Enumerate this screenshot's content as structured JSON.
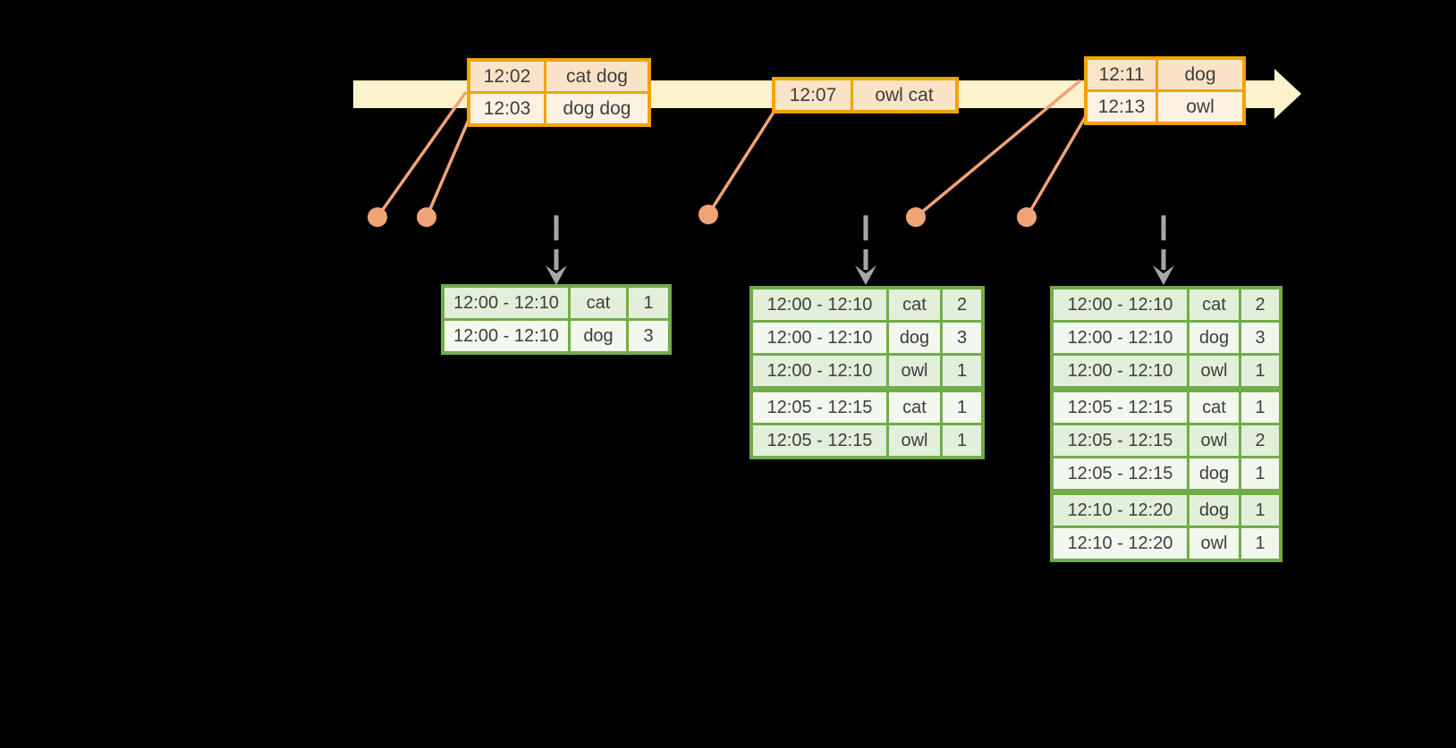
{
  "colors": {
    "background": "#000000",
    "timeline_band": "#FCF2CC",
    "orange_border": "#F0A400",
    "orange_row_dark": "#FAE3C7",
    "orange_row_light": "#FDF2E2",
    "event_dot": "#F0A478",
    "green_border": "#70AD47",
    "green_row_dark": "#E2EFDA",
    "green_row_light": "#F2F8ED",
    "dashed_arrow": "#A6A6A6",
    "table_text": "#3E3E3E"
  },
  "input_tables": [
    {
      "rows": [
        [
          "12:02",
          "cat dog"
        ],
        [
          "12:03",
          "dog dog"
        ]
      ]
    },
    {
      "rows": [
        [
          "12:07",
          "owl cat"
        ]
      ]
    },
    {
      "rows": [
        [
          "12:11",
          "dog"
        ],
        [
          "12:13",
          "owl"
        ]
      ]
    }
  ],
  "result_tables": [
    {
      "rows": [
        [
          "12:00 - 12:10",
          "cat",
          "1"
        ],
        [
          "12:00 - 12:10",
          "dog",
          "3"
        ]
      ],
      "group_breaks": []
    },
    {
      "rows": [
        [
          "12:00 - 12:10",
          "cat",
          "2"
        ],
        [
          "12:00 - 12:10",
          "dog",
          "3"
        ],
        [
          "12:00 - 12:10",
          "owl",
          "1"
        ],
        [
          "12:05 - 12:15",
          "cat",
          "1"
        ],
        [
          "12:05 - 12:15",
          "owl",
          "1"
        ]
      ],
      "group_breaks": [
        3
      ]
    },
    {
      "rows": [
        [
          "12:00 - 12:10",
          "cat",
          "2"
        ],
        [
          "12:00 - 12:10",
          "dog",
          "3"
        ],
        [
          "12:00 - 12:10",
          "owl",
          "1"
        ],
        [
          "12:05 - 12:15",
          "cat",
          "1"
        ],
        [
          "12:05 - 12:15",
          "owl",
          "2"
        ],
        [
          "12:05 - 12:15",
          "dog",
          "1"
        ],
        [
          "12:10 - 12:20",
          "dog",
          "1"
        ],
        [
          "12:10 - 12:20",
          "owl",
          "1"
        ]
      ],
      "group_breaks": [
        3,
        6
      ]
    }
  ]
}
